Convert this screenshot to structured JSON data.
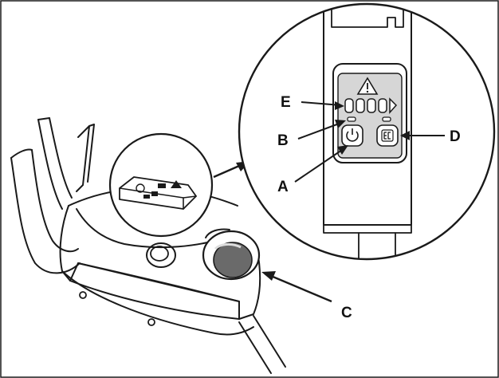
{
  "colors": {
    "ink": "#1a1a1a",
    "paper": "#ffffff",
    "shade": "#8a8a8a",
    "light_shade": "#d9d9d9"
  },
  "callouts": {
    "A": "A",
    "B": "B",
    "C": "C",
    "D": "D",
    "E": "E"
  },
  "icons": {
    "warning": "warning-triangle-icon",
    "power": "power-icon",
    "eco": "eco-mode-icon",
    "battery": "battery-level-icon"
  }
}
